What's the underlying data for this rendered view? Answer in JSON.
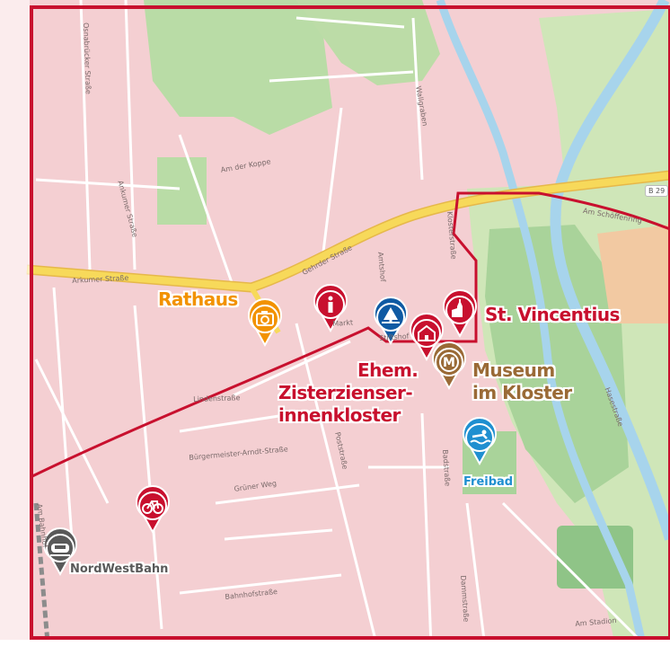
{
  "map": {
    "pois": [
      {
        "id": "rathaus",
        "label": "Rathaus",
        "icon": "camera-icon",
        "color": "#f29200"
      },
      {
        "id": "info",
        "label": "",
        "icon": "info-icon",
        "color": "#c8102e"
      },
      {
        "id": "park",
        "label": "",
        "icon": "tree-icon",
        "color": "#0f5aa3"
      },
      {
        "id": "kloster",
        "label": "Ehem. Zisterzienser-innenkloster",
        "line1": "Ehem.",
        "line2": "Zisterzienser-",
        "line3": "innenkloster",
        "icon": "church-building-icon",
        "color": "#c8102e"
      },
      {
        "id": "vincentius",
        "label": "St. Vincentius",
        "icon": "church-icon",
        "color": "#c8102e"
      },
      {
        "id": "museum",
        "label": "Museum im Kloster",
        "line1": "Museum",
        "line2": "im Kloster",
        "icon": "museum-icon",
        "color": "#9a6a36"
      },
      {
        "id": "freibad",
        "label": "Freibad",
        "icon": "swimmer-icon",
        "color": "#1f8fd0"
      },
      {
        "id": "bike",
        "label": "",
        "icon": "bicycle-icon",
        "color": "#c8102e"
      },
      {
        "id": "train",
        "label": "NordWestBahn",
        "icon": "train-icon",
        "color": "#595959"
      }
    ],
    "road_shield": "B 29",
    "streets": [
      "Arkumer Straße",
      "Gehrder Straße",
      "Wallgraben",
      "Am der Koppe",
      "Markt",
      "Stiftshof",
      "Lindenstraße",
      "Bürgermeister-Arndt-Straße",
      "Grüner Weg",
      "Bahnhofstraße",
      "Am Bahnhof",
      "Osnabrücker Straße",
      "Ankumer Straße",
      "Amtshof",
      "Klosterstraße",
      "Am Schöffenring",
      "Poststraße",
      "Badstraße",
      "Dammstraße",
      "Hasestraße",
      "Am Stadion"
    ],
    "colors": {
      "frame": "#c8102e",
      "urban": "#f4cfd2",
      "green": "#cfe6b8",
      "park": "#a9d39a",
      "water": "#a7d4ec",
      "road": "#f7d95a"
    }
  }
}
